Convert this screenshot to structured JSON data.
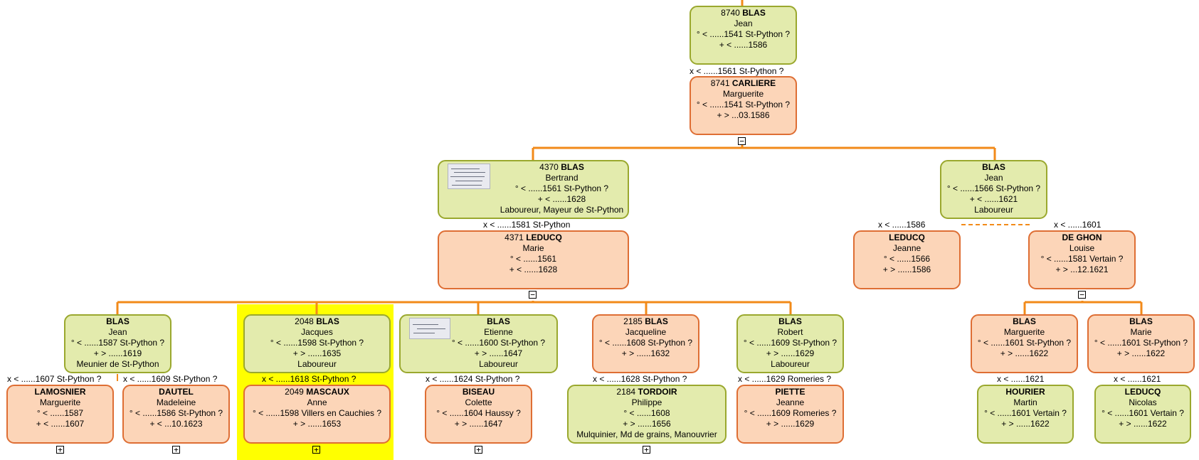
{
  "colors": {
    "line": "#f28a19",
    "male_fill": "#e3ebad",
    "male_border": "#9aa82e",
    "female_fill": "#fcd5b8",
    "female_border": "#de6e34",
    "highlight": "#ffff00"
  },
  "persons": {
    "p8740": {
      "num": "8740",
      "surname": "BLAS",
      "given": "Jean",
      "birth": "° < ......1541 St-Python ?",
      "death": "+ < ......1586"
    },
    "p8741": {
      "num": "8741",
      "surname": "CARLIERE",
      "given": "Marguerite",
      "birth": "° < ......1541 St-Python ?",
      "death": "+ > ...03.1586"
    },
    "p4370": {
      "num": "4370",
      "surname": "BLAS",
      "given": "Bertrand",
      "birth": "° < ......1561 St-Python ?",
      "death": "+ < ......1628",
      "occupation": "Laboureur, Mayeur de St-Python"
    },
    "p4371": {
      "num": "4371",
      "surname": "LEDUCQ",
      "given": "Marie",
      "birth": "° < ......1561",
      "death": "+ < ......1628"
    },
    "pJean2": {
      "surname": "BLAS",
      "given": "Jean",
      "birth": "° < ......1566 St-Python ?",
      "death": "+ < ......1621",
      "occupation": "Laboureur"
    },
    "pJeanne": {
      "surname": "LEDUCQ",
      "given": "Jeanne",
      "birth": "° < ......1566",
      "death": "+ > ......1586"
    },
    "pLouise": {
      "surname": "DE GHON",
      "given": "Louise",
      "birth": "° < ......1581 Vertain ?",
      "death": "+ > ...12.1621"
    },
    "pJean3": {
      "surname": "BLAS",
      "given": "Jean",
      "birth": "° < ......1587 St-Python ?",
      "death": "+ > ......1619",
      "occupation": "Meunier de St-Python"
    },
    "p2048": {
      "num": "2048",
      "surname": "BLAS",
      "given": "Jacques",
      "birth": "° < ......1598 St-Python ?",
      "death": "+ > ......1635",
      "occupation": "Laboureur"
    },
    "pEtienne": {
      "surname": "BLAS",
      "given": "Etienne",
      "birth": "° < ......1600 St-Python ?",
      "death": "+ > ......1647",
      "occupation": "Laboureur"
    },
    "p2185": {
      "num": "2185",
      "surname": "BLAS",
      "given": "Jacqueline",
      "birth": "° < ......1608 St-Python ?",
      "death": "+ > ......1632"
    },
    "pRobert": {
      "surname": "BLAS",
      "given": "Robert",
      "birth": "° < ......1609 St-Python ?",
      "death": "+ > ......1629",
      "occupation": "Laboureur"
    },
    "pMarguerite2": {
      "surname": "BLAS",
      "given": "Marguerite",
      "birth": "° < ......1601 St-Python ?",
      "death": "+ > ......1622"
    },
    "pMarie2": {
      "surname": "BLAS",
      "given": "Marie",
      "birth": "° < ......1601 St-Python ?",
      "death": "+ > ......1622"
    },
    "pLamosnier": {
      "surname": "LAMOSNIER",
      "given": "Marguerite",
      "birth": "° < ......1587",
      "death": "+ < ......1607"
    },
    "pDautel": {
      "surname": "DAUTEL",
      "given": "Madeleine",
      "birth": "° < ......1586 St-Python ?",
      "death": "+ < ...10.1623"
    },
    "p2049": {
      "num": "2049",
      "surname": "MASCAUX",
      "given": "Anne",
      "birth": "° < ......1598 Villers en Cauchies ?",
      "death": "+ > ......1653"
    },
    "pBiseau": {
      "surname": "BISEAU",
      "given": "Colette",
      "birth": "° < ......1604 Haussy ?",
      "death": "+ > ......1647"
    },
    "p2184": {
      "num": "2184",
      "surname": "TORDOIR",
      "given": "Philippe",
      "birth": "° < ......1608",
      "death": "+ > ......1656",
      "occupation": "Mulquinier, Md de grains, Manouvrier"
    },
    "pPiette": {
      "surname": "PIETTE",
      "given": "Jeanne",
      "birth": "° < ......1609 Romeries ?",
      "death": "+ > ......1629"
    },
    "pHourier": {
      "surname": "HOURIER",
      "given": "Martin",
      "birth": "° < ......1601 Vertain ?",
      "death": "+ > ......1622"
    },
    "pLeducq2": {
      "surname": "LEDUCQ",
      "given": "Nicolas",
      "birth": "° < ......1601 Vertain ?",
      "death": "+ > ......1622"
    }
  },
  "marriages": {
    "m1": "x < ......1561 St-Python ?",
    "m2": "x < ......1581 St-Python",
    "m3": "x < ......1586",
    "m4": "x < ......1601",
    "m5": "x < ......1607 St-Python ?",
    "m6": "x < ......1609 St-Python ?",
    "m7": "x < ......1618 St-Python ?",
    "m8": "x < ......1624 St-Python ?",
    "m9": "x < ......1628 St-Python ?",
    "m10": "x < ......1629 Romeries ?",
    "m11": "x < ......1621",
    "m12": "x < ......1621"
  },
  "toggles": {
    "collapse": "−",
    "expand": "+"
  }
}
